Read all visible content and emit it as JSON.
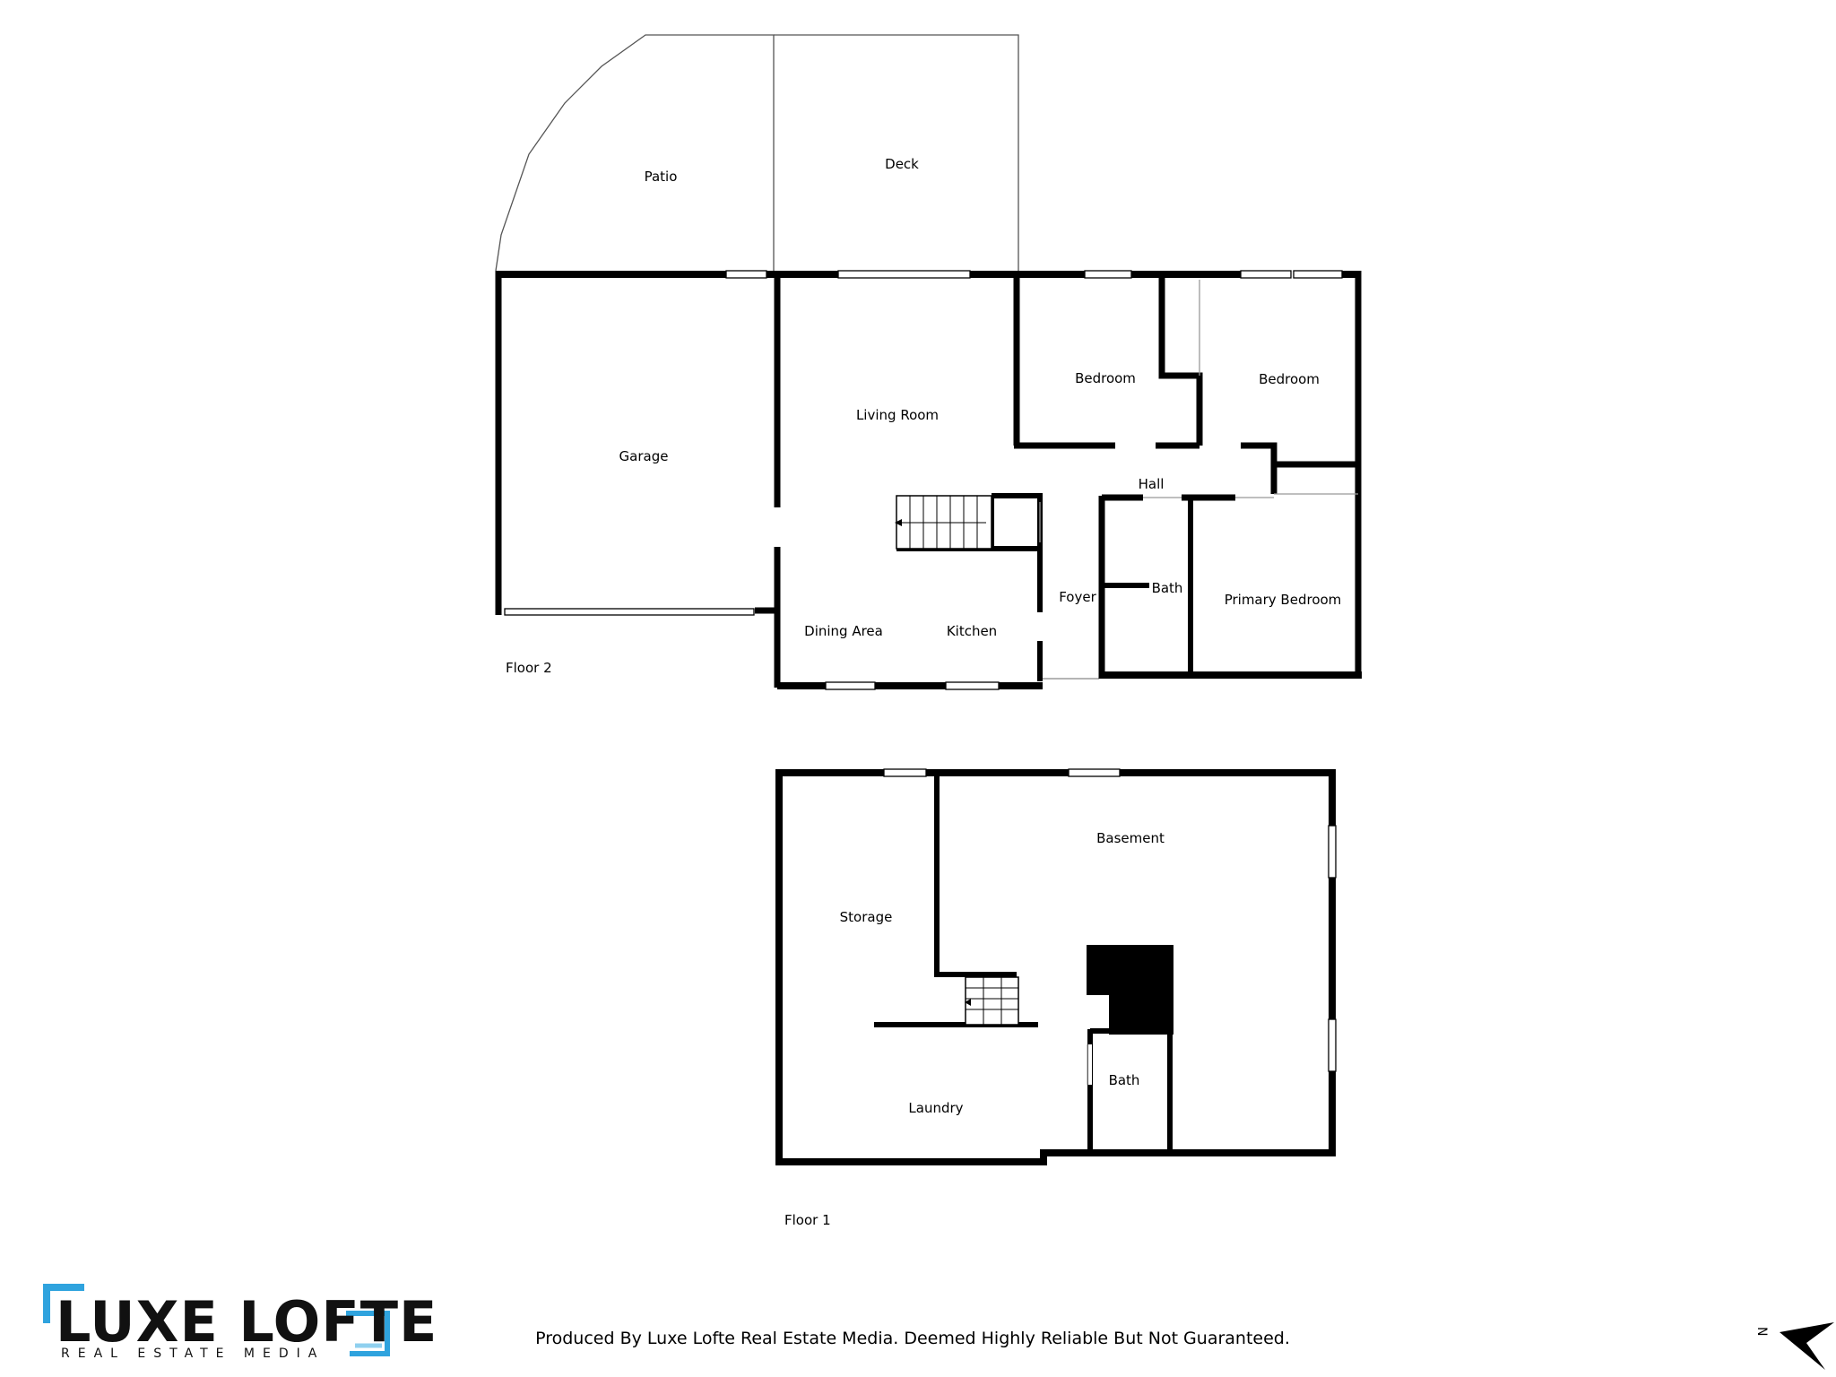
{
  "floors": [
    {
      "label": "Floor 2"
    },
    {
      "label": "Floor 1"
    }
  ],
  "rooms": {
    "patio": "Patio",
    "deck": "Deck",
    "garage": "Garage",
    "living_room": "Living Room",
    "bedroom_1": "Bedroom",
    "bedroom_2": "Bedroom",
    "hall": "Hall",
    "foyer": "Foyer",
    "bath_upper": "Bath",
    "primary_bedroom": "Primary Bedroom",
    "dining_area": "Dining Area",
    "kitchen": "Kitchen",
    "basement": "Basement",
    "storage": "Storage",
    "laundry": "Laundry",
    "bath_lower": "Bath"
  },
  "footer": {
    "credit": "Produced By Luxe Lofte Real Estate Media. Deemed Highly Reliable But Not Guaranteed."
  },
  "logo": {
    "name": "LUXE LOFTE",
    "tagline": "REAL ESTATE MEDIA",
    "accent_color": "#2fa3de"
  },
  "compass": {
    "label": "N"
  }
}
